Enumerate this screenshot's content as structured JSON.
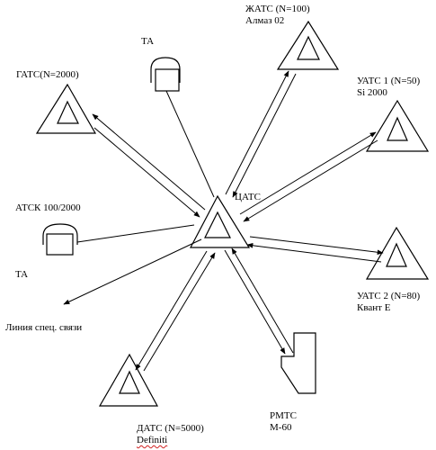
{
  "nodes": {
    "center": {
      "label": "ЦАТС"
    },
    "zhats": {
      "label": "ЖАТС (N=100)",
      "sub": "Алмаз 02"
    },
    "gats": {
      "label": "ГАТС(N=2000)"
    },
    "uats1": {
      "label": "УАТС 1 (N=50)",
      "sub": "Si 2000"
    },
    "uats2": {
      "label": "УАТС 2 (N=80)",
      "sub": "Квант Е"
    },
    "dats": {
      "label": "ДАТС  (N=5000)",
      "sub": "Definiti"
    },
    "rmts": {
      "label": "РМТС",
      "sub": "М-60"
    },
    "atsk": {
      "label": "АТСК 100/2000"
    },
    "ta_top": {
      "label": "ТА"
    },
    "ta_left": {
      "label": "ТА"
    },
    "special_line": {
      "label": "Линия спец. связи"
    }
  },
  "colors": {
    "stroke": "#000000",
    "spellcheck_underline": "#d02020"
  }
}
